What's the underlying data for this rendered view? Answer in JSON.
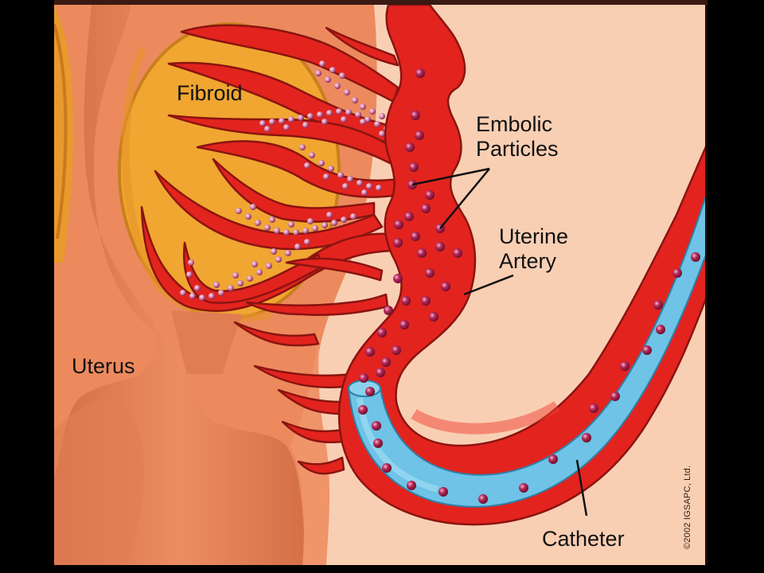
{
  "diagram": {
    "type": "medical-illustration",
    "subject": "Uterine fibroid embolization",
    "labels": {
      "fibroid": "Fibroid",
      "embolic_particles": [
        "Embolic",
        "Particles"
      ],
      "uterine_artery": [
        "Uterine",
        "Artery"
      ],
      "uterus": "Uterus",
      "catheter": "Catheter"
    },
    "copyright": "©2002 IGSAPC, Ltd.",
    "colors": {
      "background": "#f9cfb4",
      "uterus_tissue": "#ec8a5e",
      "uterus_shadow": "#d9744a",
      "fibroid": "#f0a630",
      "artery": "#e3231e",
      "artery_outline": "#8a1410",
      "catheter": "#6ec3e6",
      "particle": "#a0204a",
      "particle_highlight": "#f0a0c0",
      "letterbox": "#000000"
    }
  }
}
